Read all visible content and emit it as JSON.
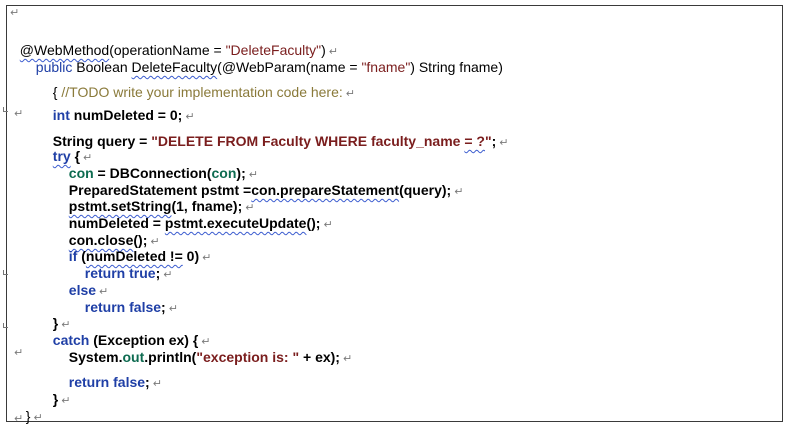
{
  "paragraph_mark": "↵",
  "code": {
    "l01_annotation": "@WebMethod",
    "l01_open": "(operationName = ",
    "l01_str": "\"DeleteFaculty\"",
    "l01_close": ")",
    "l02_public": "public",
    "l02_boolean": "Boolean",
    "l02_method": "DeleteFaculty",
    "l02_paren": "(",
    "l02_webparam": "@WebParam",
    "l02_name": "(name = ",
    "l02_str": "\"fname\"",
    "l02_rest": ") String fname)",
    "l03_brace": "{ ",
    "l03_comment": "//TODO write your implementation code here:",
    "l04_int": "int",
    "l04_rest": " numDeleted = 0;",
    "l05_type": "String query = ",
    "l05_str_a": "\"DELETE FROM Faculty WHERE faculty_name ",
    "l05_str_b": "= ?",
    "l05_str_c": "\"",
    "l05_end": ";",
    "l06_try": "try",
    "l06_brace": " {",
    "l07_con": "con",
    "l07_mid": " = DBConnection(",
    "l07_con2": "con",
    "l07_end": ");",
    "l08_a": "PreparedStatement pstmt =",
    "l08_b": "con.prepareStatement",
    "l08_c": "(query);",
    "l09_a": "pstmt.setString",
    "l09_b": "(1, fname);",
    "l10_a": "numDeleted = ",
    "l10_b": "pstmt.executeUpdate",
    "l10_c": "();",
    "l11_a": "con.close",
    "l11_b": "();",
    "l12_if": "if",
    "l12_a": " (",
    "l12_b": "numDeleted !=",
    "l12_c": " 0)",
    "l13_return": "return",
    "l13_true": "true",
    "l13_end": ";",
    "l14_else": "else",
    "l15_return": "return",
    "l15_false": "false",
    "l15_end": ";",
    "l16_brace": "}",
    "l17_catch": "catch",
    "l17_rest": " (Exception ex) {",
    "l18_a": "System.",
    "l18_out": "out",
    "l18_b": ".println(",
    "l18_str": "\"exception is: \"",
    "l18_c": " + ex);",
    "l19_return": "return",
    "l19_false": "false",
    "l19_end": ";",
    "l20_brace": "}",
    "l21_brace": "}"
  }
}
